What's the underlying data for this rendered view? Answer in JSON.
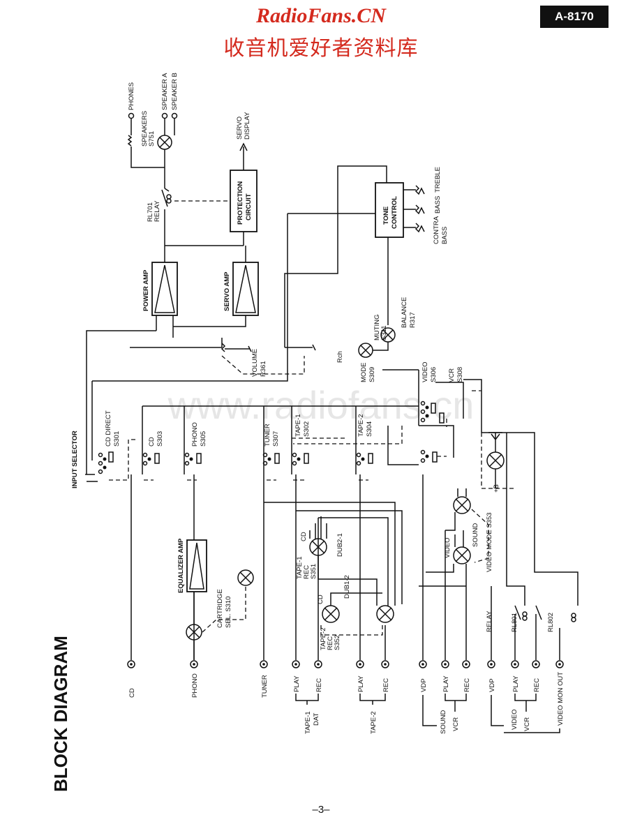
{
  "header": {
    "site": "RadioFans.CN",
    "site_cn": "收音机爱好者资料库",
    "model": "A-8170",
    "page": "–3–"
  },
  "diagram": {
    "title": "BLOCK DIAGRAM",
    "watermark": "www.radiofans.cn",
    "blocks": {
      "power_amp": "POWER AMP",
      "servo_amp": "SERVO AMP",
      "protection": [
        "PROTECTION",
        "CIRCUIT"
      ],
      "tone_control": [
        "TONE",
        "CONTROL"
      ],
      "equalizer_amp": "EQUALIZER AMP"
    },
    "controls": {
      "input_selector": "INPUT SELECTOR",
      "cd_direct": [
        "CD DIRECT",
        "S301"
      ],
      "cd": [
        "CD",
        "S303"
      ],
      "phono": [
        "PHONO",
        "S305"
      ],
      "tuner": [
        "TUNER",
        "S307"
      ],
      "tape1": [
        "TAPE-1",
        "S302"
      ],
      "tape2": [
        "TAPE-2",
        "S304"
      ],
      "volume": [
        "VOLUME",
        "R361"
      ],
      "mode": [
        "MODE",
        "S309"
      ],
      "rch": "Rch",
      "muting": [
        "MUTING",
        "S311"
      ],
      "balance": [
        "BALANCE",
        "R317"
      ],
      "video_sw": [
        "VIDEO",
        "S306"
      ],
      "vcr_sw": [
        "VCR",
        "S308"
      ],
      "speakers": [
        "SPEAKERS",
        "S751"
      ],
      "relay_rl701": [
        "RL701",
        "RELAY"
      ],
      "tone_labels": [
        "TREBLE",
        "BASS",
        "CONTRA",
        "BASS"
      ],
      "cartridge": [
        "CARTRIDGE",
        "SEL. S310"
      ],
      "tape1_rec": [
        "TAPE-1",
        "REC",
        "S351"
      ],
      "tape2_rec": [
        "TAPE-2",
        "REC",
        "S352"
      ],
      "dub21": "DUB2-1",
      "dub12": "DUB1-2",
      "cd_small": "CD",
      "video_mode": "VIDEO MODE S353",
      "video_small": "VIDEO",
      "sound_small": "SOUND",
      "plus_b": "+B",
      "relay": "RELAY",
      "rl801": "RL801",
      "rl802": "RL802"
    },
    "outputs": {
      "servo_display": [
        "SERVO",
        "DISPLAY"
      ],
      "phones": "PHONES",
      "speaker_a": "SPEAKER A",
      "speaker_b": "SPEAKER B"
    },
    "jacks": [
      "CD",
      "PHONO",
      "TUNER",
      "PLAY",
      "REC",
      "PLAY",
      "REC",
      "VDP",
      "PLAY",
      "REC",
      "VDP",
      "PLAY",
      "REC",
      "VIDEO MON OUT"
    ],
    "jack_groups": {
      "tape1": [
        "TAPE-1",
        "DAT"
      ],
      "tape2": "TAPE-2",
      "sound": "SOUND",
      "vcr1": "VCR",
      "video": "VIDEO",
      "vcr2": "VCR"
    }
  }
}
